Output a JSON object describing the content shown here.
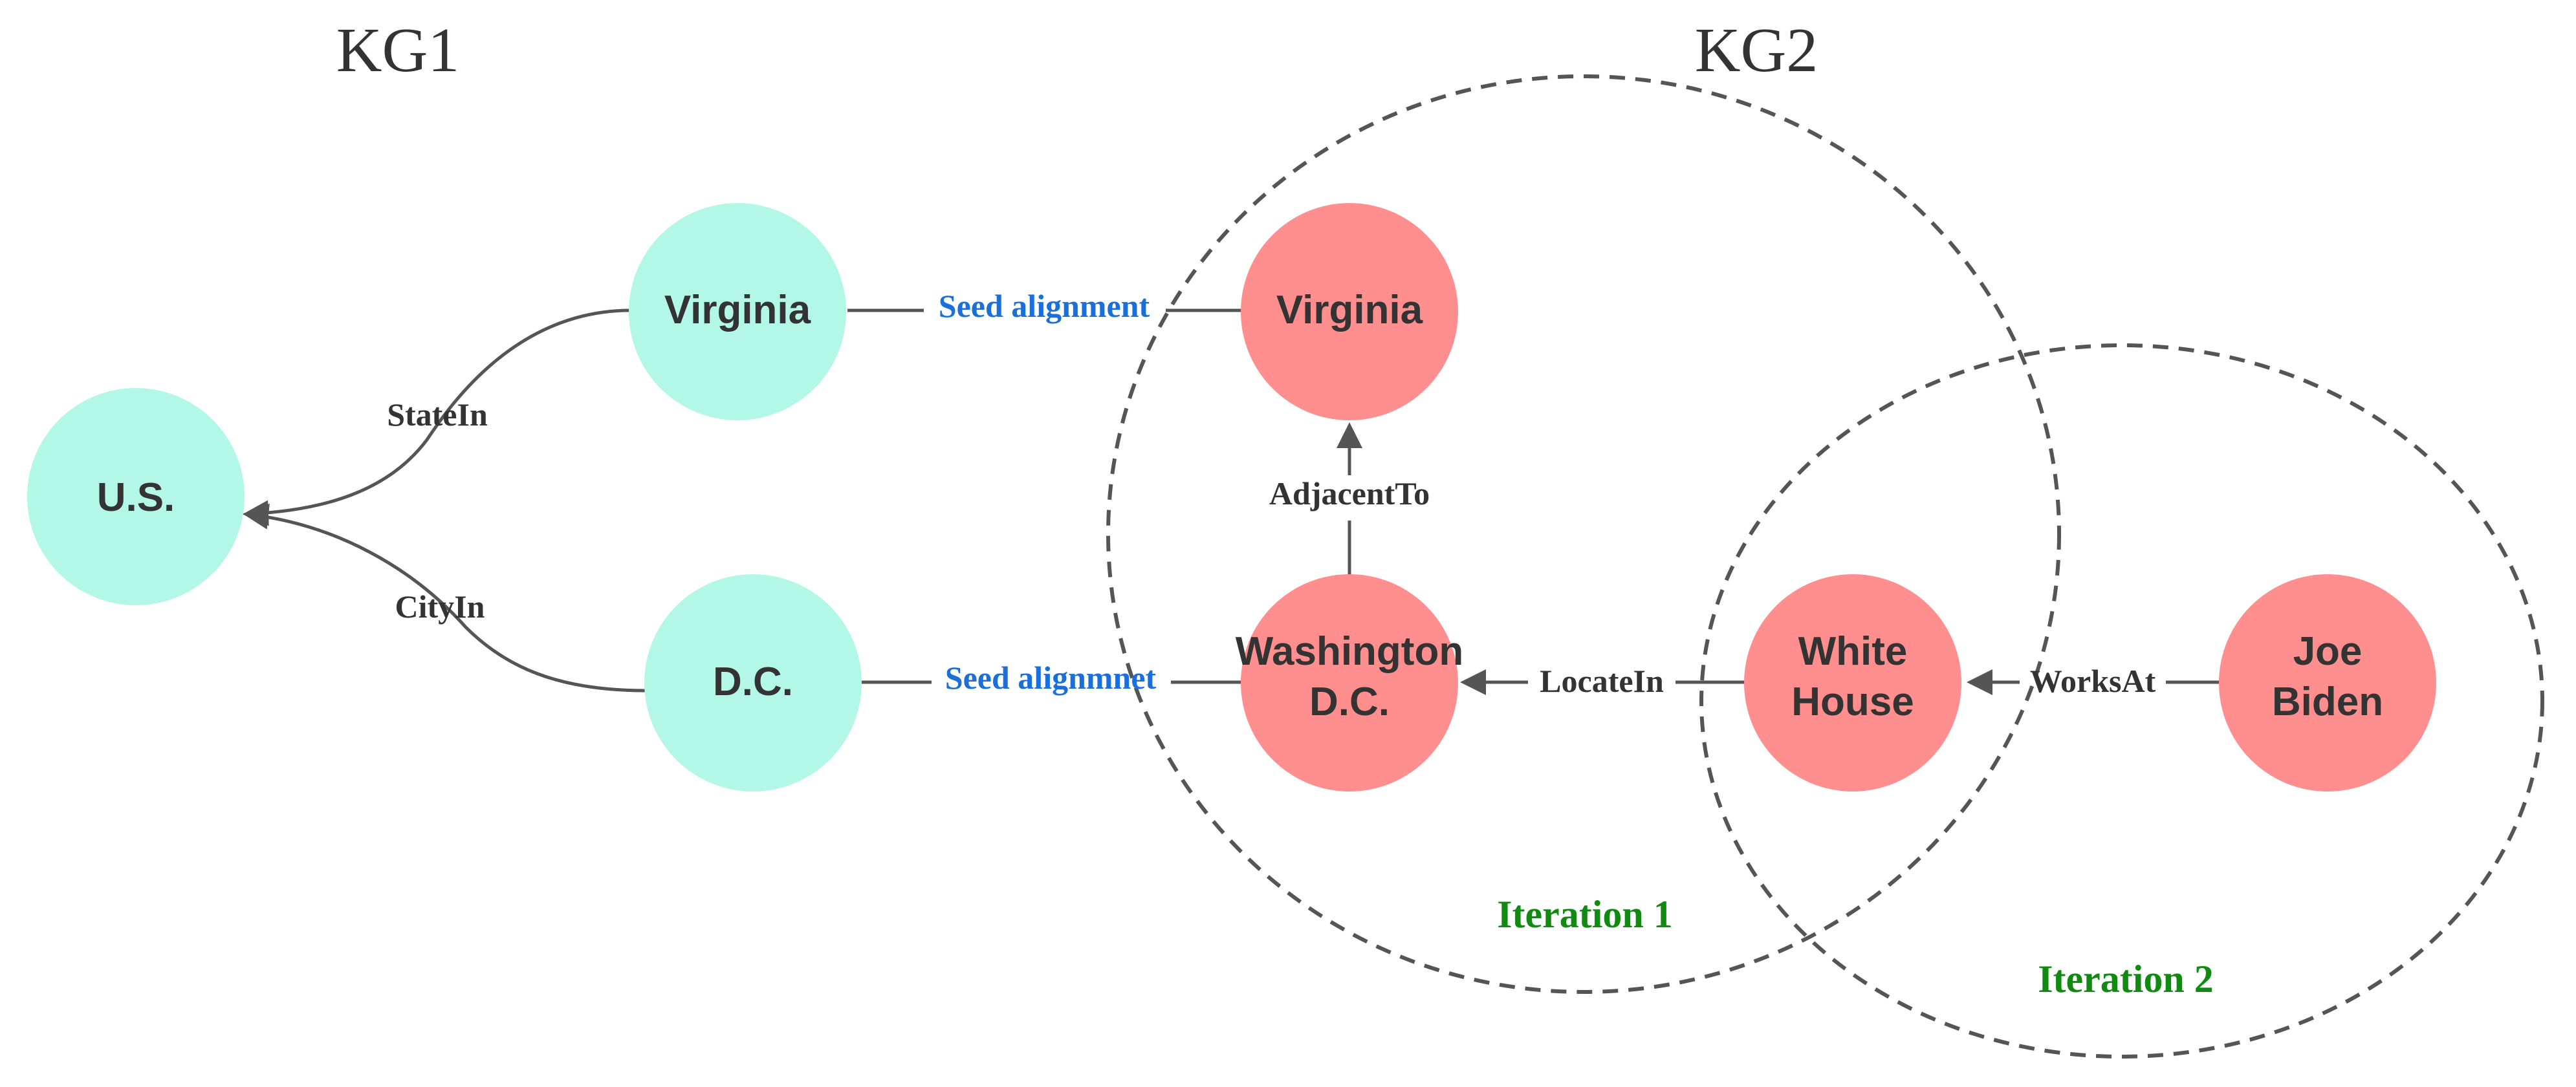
{
  "titles": {
    "kg1": "KG1",
    "kg2": "KG2"
  },
  "colors": {
    "kg1_node": "#b3f7e6",
    "kg2_node": "#ff8e8e",
    "edge": "#555555",
    "seed_text": "#1a6fdb",
    "iteration_text": "#118a11",
    "node_text": "#333333"
  },
  "kg1_nodes": {
    "us": {
      "lines": [
        "U.S."
      ]
    },
    "virginia": {
      "lines": [
        "Virginia"
      ]
    },
    "dc": {
      "lines": [
        "D.C."
      ]
    }
  },
  "kg2_nodes": {
    "virginia": {
      "lines": [
        "Virginia"
      ]
    },
    "washington_dc": {
      "lines": [
        "Washington",
        "D.C."
      ]
    },
    "white_house": {
      "lines": [
        "White",
        "House"
      ]
    },
    "joe_biden": {
      "lines": [
        "Joe",
        "Biden"
      ]
    }
  },
  "relations": {
    "state_in": "StateIn",
    "city_in": "CityIn",
    "adjacent_to": "AdjacentTo",
    "locate_in": "LocateIn",
    "works_at": "WorksAt"
  },
  "seed_labels": {
    "virginia": "Seed alignment",
    "dc": "Seed alignmnet"
  },
  "iterations": {
    "iteration1": "Iteration 1",
    "iteration2": "Iteration 2"
  }
}
